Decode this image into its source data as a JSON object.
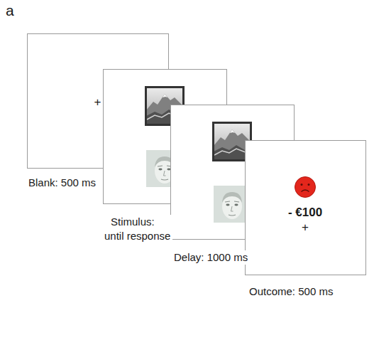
{
  "diagram": {
    "nodes": [
      {
        "text": [
          "+",
          "Blank: 500 ms"
        ]
      },
      {
        "text": [
          "Stimulus: until response"
        ]
      },
      {
        "text": [
          "Delay: 1000 ms"
        ]
      },
      {
        "text": [
          "- €100",
          "+",
          "Outcome: 500 ms"
        ]
      }
    ],
    "labels": [
      "a"
    ]
  }
}
